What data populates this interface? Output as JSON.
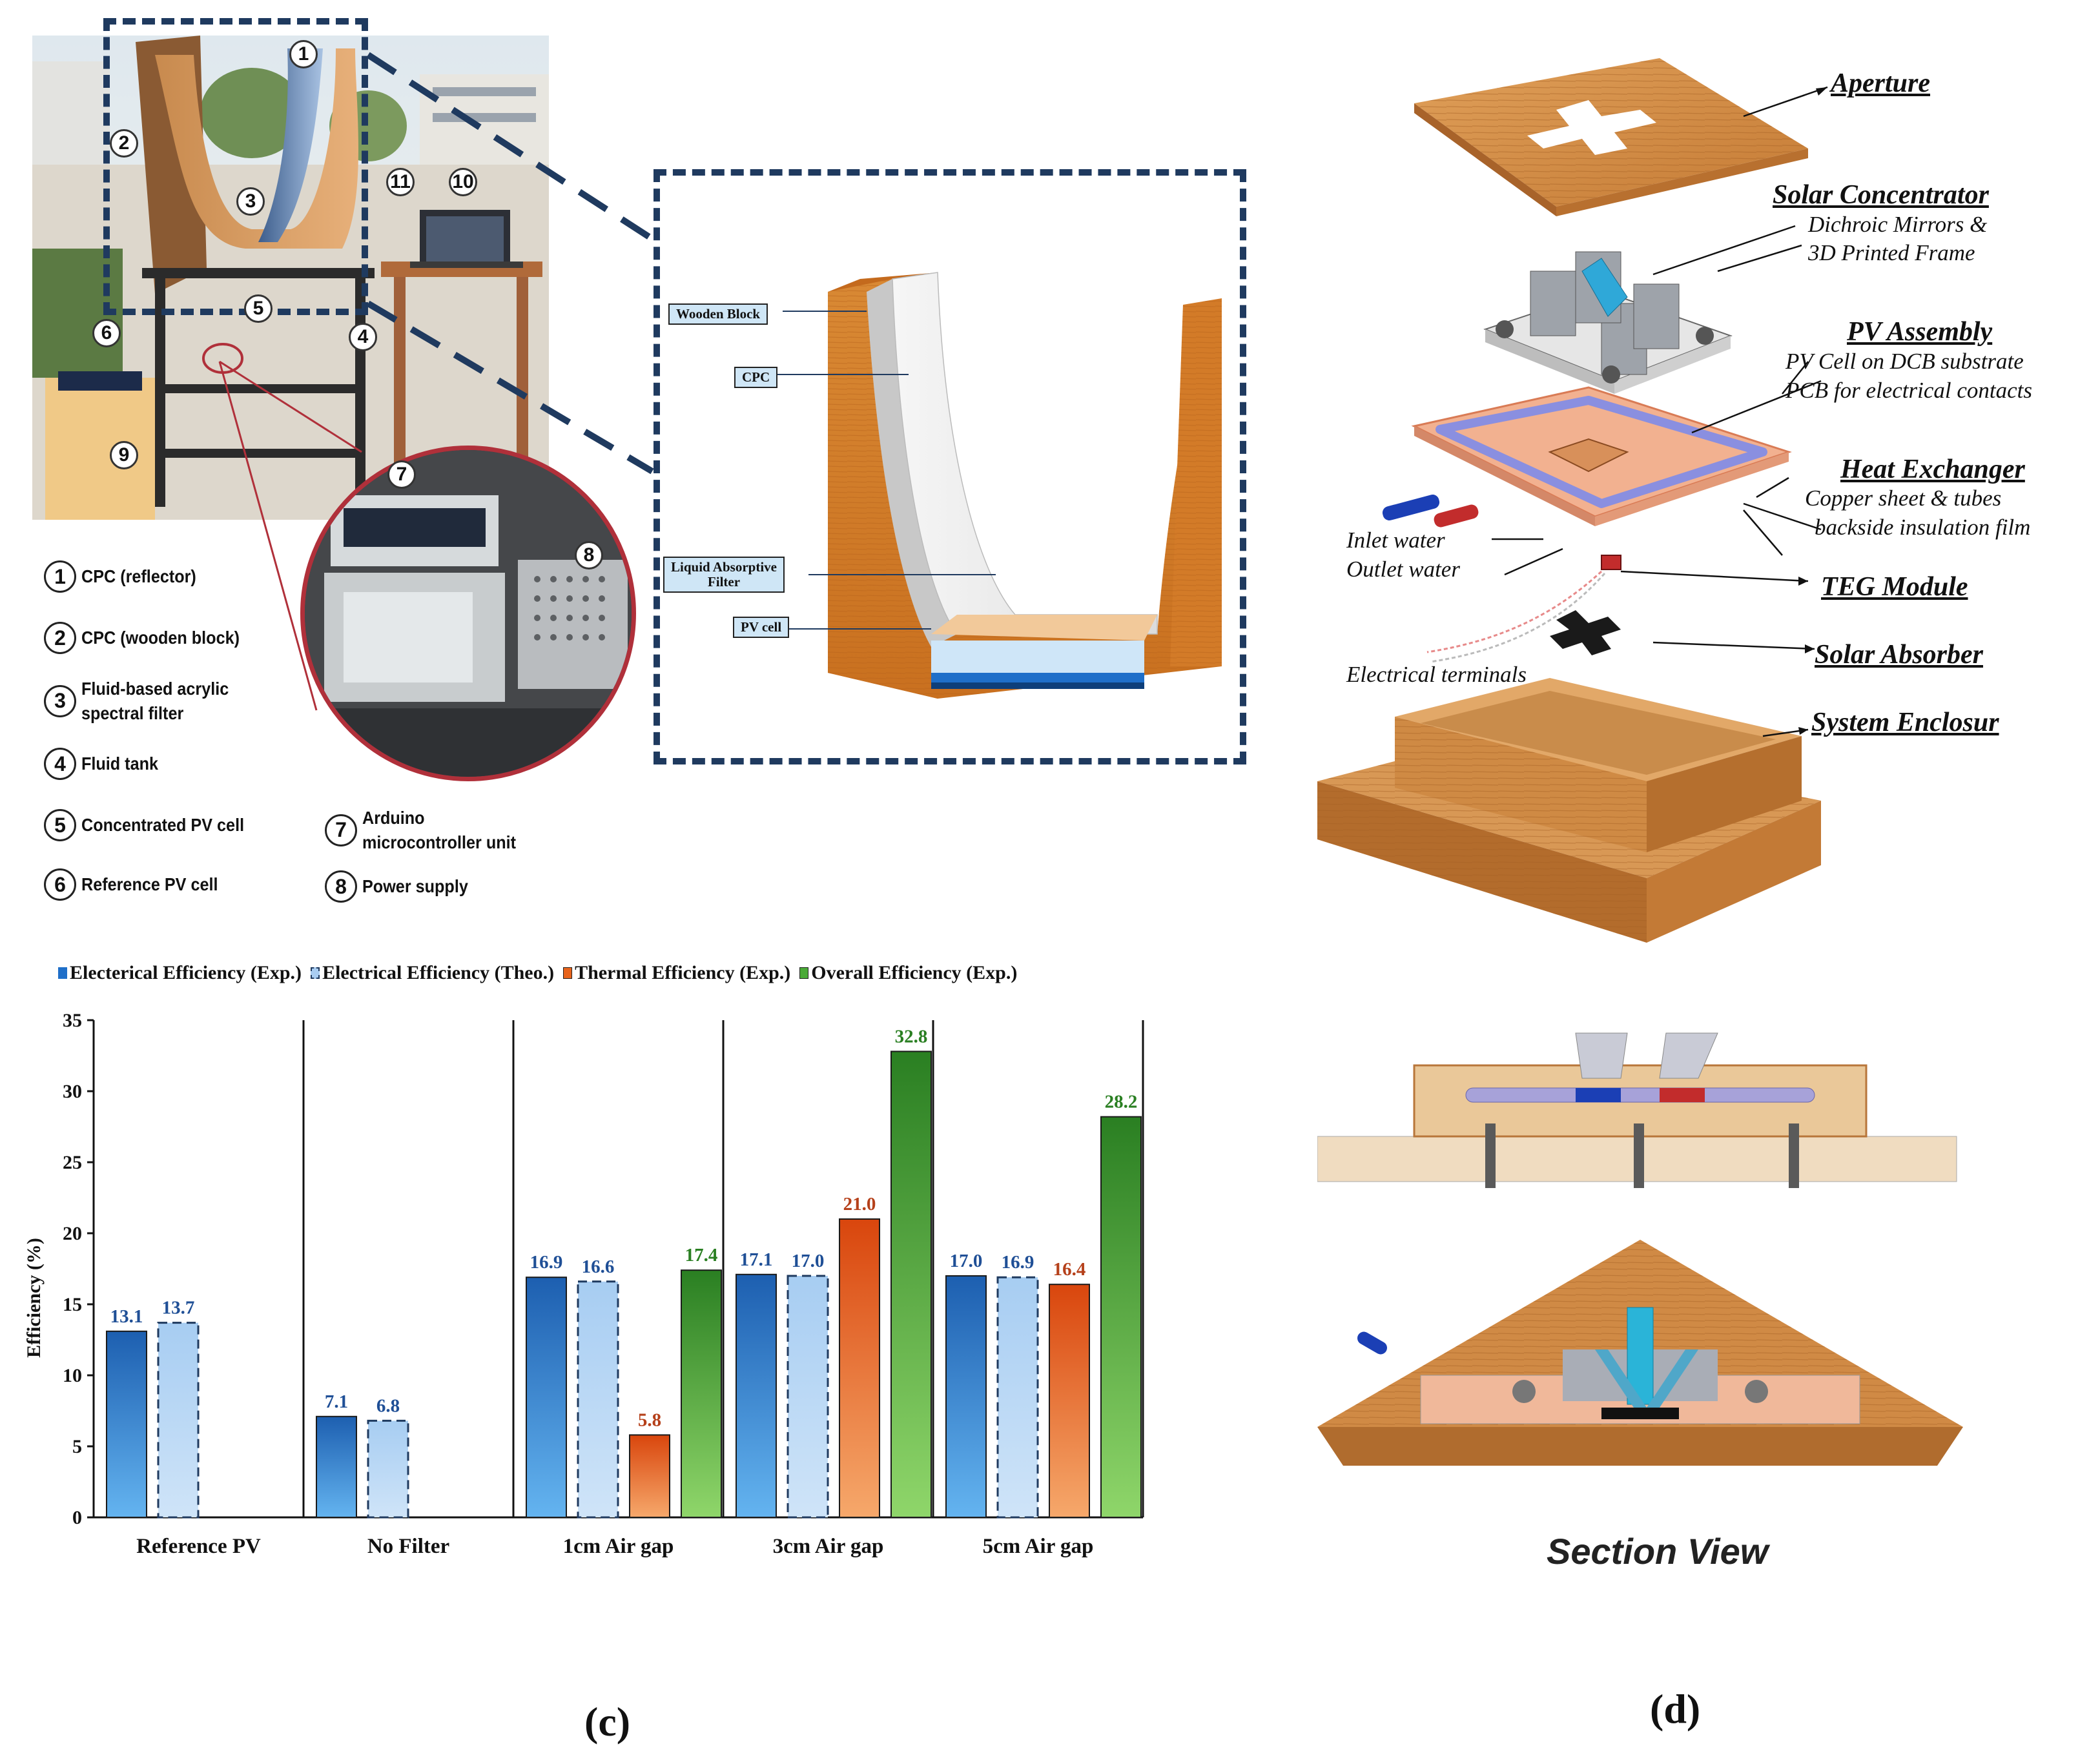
{
  "photo_callouts": [
    "1",
    "2",
    "3",
    "4",
    "5",
    "6",
    "7",
    "8",
    "9",
    "10",
    "11"
  ],
  "photo_legend": [
    {
      "num": "1",
      "label": "CPC (reflector)"
    },
    {
      "num": "2",
      "label": "CPC (wooden block)"
    },
    {
      "num": "3",
      "label": "Fluid-based acrylic spectral filter"
    },
    {
      "num": "4",
      "label": "Fluid tank"
    },
    {
      "num": "5",
      "label": "Concentrated PV cell"
    },
    {
      "num": "6",
      "label": "Reference PV cell"
    },
    {
      "num": "7",
      "label": "Arduino microcontroller unit"
    },
    {
      "num": "8",
      "label": "Power supply"
    }
  ],
  "cpc_labels": {
    "wooden_block": "Wooden Block",
    "cpc": "CPC",
    "filter_line1": "Liquid Absorptive",
    "filter_line2": "Filter",
    "pv_cell": "PV cell"
  },
  "exploded_view": {
    "aperture": "Aperture",
    "solar_concentrator": "Solar Concentrator",
    "dichroic_1": "Dichroic Mirrors &",
    "dichroic_2": "3D Printed Frame",
    "pv_assembly": "PV Assembly",
    "pv_sub1": "PV Cell on DCB substrate",
    "pv_sub2": "PCB for electrical contacts",
    "heat_exchanger": "Heat Exchanger",
    "he_sub1": "Copper sheet & tubes",
    "he_sub2": "backside insulation film",
    "inlet": "Inlet water",
    "outlet": "Outlet water",
    "teg": "TEG  Module",
    "absorber": "Solar Absorber",
    "terminals": "Electrical terminals",
    "enclosure": "System Enclosur",
    "section_view": "Section View"
  },
  "panel_labels": {
    "c": "(c)",
    "d": "(d)"
  },
  "colors": {
    "navy": "#1f3a5f",
    "wood": "#d27a2b",
    "exp_elec": "#1f6fc9",
    "theo_elec": "#a9cdf2",
    "thermal": "#e8641c",
    "overall": "#4aaa37"
  },
  "chart_data": {
    "type": "bar",
    "title": "",
    "xlabel": "",
    "ylabel": "Efficiency (%)",
    "ylim": [
      0,
      35
    ],
    "yticks": [
      "0",
      "5",
      "10",
      "15",
      "20",
      "25",
      "30",
      "35"
    ],
    "grid": false,
    "legend_position": "top",
    "categories": [
      "Reference PV",
      "No Filter",
      "1cm Air gap",
      "3cm Air gap",
      "5cm Air gap"
    ],
    "series": [
      {
        "name": "Electerical Efficiency (Exp.)",
        "values": [
          13.1,
          7.1,
          16.9,
          17.1,
          17.0
        ],
        "labels": [
          "13.1",
          "7.1",
          "16.9",
          "17.1",
          "17.0"
        ]
      },
      {
        "name": "Electrical Efficiency (Theo.)",
        "values": [
          13.7,
          6.8,
          16.6,
          17.0,
          16.9
        ],
        "labels": [
          "13.7",
          "6.8",
          "16.6",
          "17.0",
          "16.9"
        ]
      },
      {
        "name": "Thermal Efficiency (Exp.)",
        "values": [
          null,
          null,
          5.8,
          21.0,
          16.4
        ],
        "labels": [
          "",
          "",
          "5.8",
          "21.0",
          "16.4"
        ]
      },
      {
        "name": "Overall Efficiency (Exp.)",
        "values": [
          null,
          null,
          17.4,
          32.8,
          28.2
        ],
        "labels": [
          "",
          "",
          "17.4",
          "32.8",
          "28.2"
        ]
      }
    ]
  }
}
